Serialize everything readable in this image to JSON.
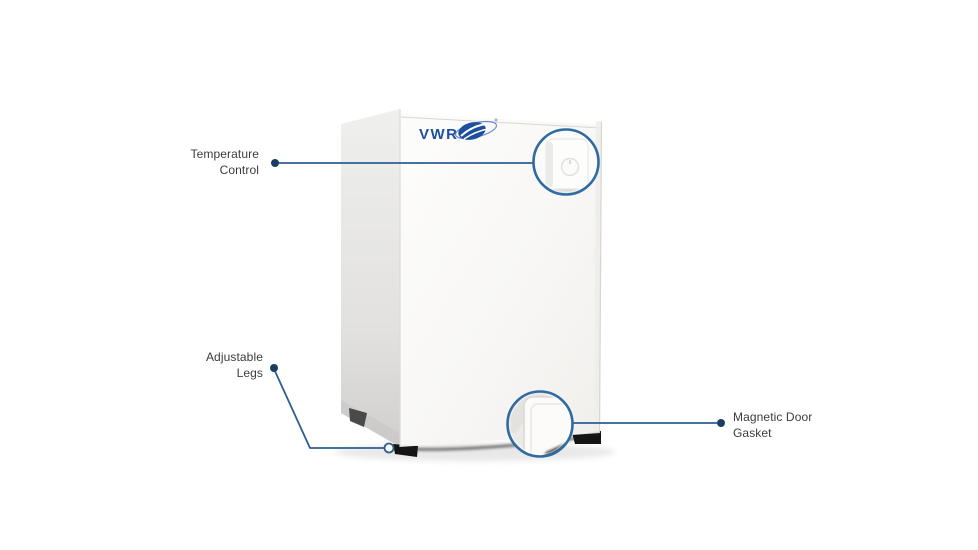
{
  "page": {
    "background": "#ffffff",
    "description_title": "Compact lab refrigerator feature callout diagram"
  },
  "product": {
    "brand_logo_text": "VWR"
  },
  "callouts": {
    "temperature": {
      "label_line1": "Temperature",
      "label_line2": "Control"
    },
    "legs": {
      "label_line1": "Adjustable",
      "label_line2": "Legs"
    },
    "gasket": {
      "label_line1": "Magnetic Door",
      "label_line2": "Gasket"
    }
  },
  "colors": {
    "page_bg": "#ffffff",
    "callout_line": "#2d5e92",
    "callout_dot": "#1c3d63",
    "circle_stroke": "#2f6ba3",
    "label_text": "#3c3c3c",
    "logo_blue": "#1e4f9e"
  }
}
